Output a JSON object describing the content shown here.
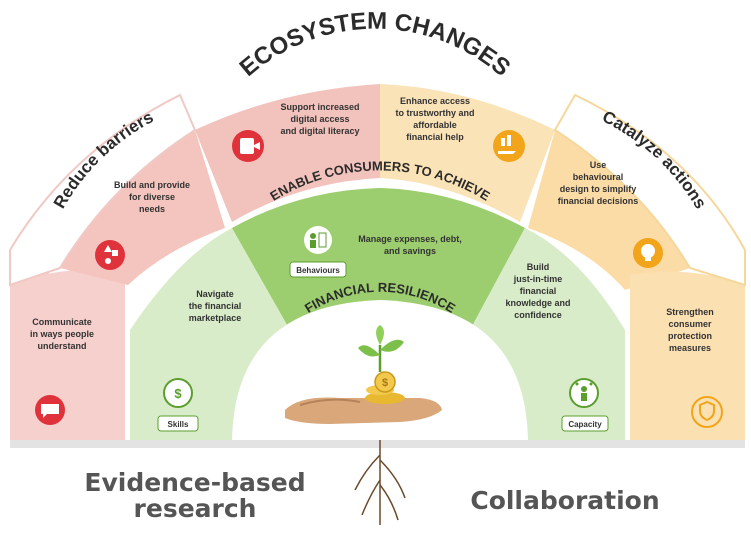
{
  "title": "ECOSYSTEM CHANGES",
  "mid_title": "ENABLE CONSUMERS TO ACHIEVE",
  "inner_title": "FINANCIAL RESILIENCE",
  "outer_band": {
    "left_label": "Reduce barriers",
    "right_label": "Catalyze actions",
    "segments": [
      {
        "id": "communicate",
        "lines": [
          "Communicate",
          "in ways people",
          "understand"
        ],
        "icon": "speech-bubble-icon"
      },
      {
        "id": "build",
        "lines": [
          "Build and provide",
          "for diverse",
          "needs"
        ],
        "icon": "shapes-icon"
      },
      {
        "id": "digital",
        "lines": [
          "Support increased",
          "digital access",
          "and digital literacy"
        ],
        "icon": "digital-device-icon"
      },
      {
        "id": "enhance",
        "lines": [
          "Enhance access",
          "to trustworthy and",
          "affordable",
          "financial help"
        ],
        "icon": "money-hand-icon"
      },
      {
        "id": "behavioural",
        "lines": [
          "Use",
          "behavioural",
          "design to simplify",
          "financial decisions"
        ],
        "icon": "head-lightbulb-icon"
      },
      {
        "id": "protection",
        "lines": [
          "Strengthen",
          "consumer",
          "protection",
          "measures"
        ],
        "icon": "shield-icon"
      }
    ]
  },
  "middle_band": {
    "segments": [
      {
        "id": "skills",
        "lines": [
          "Navigate",
          "the financial",
          "marketplace"
        ],
        "tag": "Skills",
        "icon": "dollar-cycle-icon"
      },
      {
        "id": "behaviours",
        "lines": [
          "Manage expenses, debt,",
          "and savings"
        ],
        "tag": "Behaviours",
        "icon": "person-checklist-icon"
      },
      {
        "id": "capacity",
        "lines": [
          "Build",
          "just-in-time",
          "financial",
          "knowledge and",
          "confidence"
        ],
        "tag": "Capacity",
        "icon": "person-stars-icon"
      }
    ]
  },
  "center_icon": "hand-plant-coins-icon",
  "footer": {
    "left": [
      "Evidence-based",
      "research"
    ],
    "right": "Collaboration"
  },
  "colors": {
    "outer_pink": "#f6d0cc",
    "outer_pink_dark": "#e9a6a0",
    "outer_amber": "#fbe0b2",
    "outer_amber_dark": "#f2c46f",
    "middle_green": "#d9ecc9",
    "middle_green_dark": "#9ccd6e",
    "accent_red": "#e0323a",
    "accent_orange": "#f2a51a",
    "accent_green": "#5b9e2d",
    "title_text": "#1f1f1f",
    "footer_text": "#555555"
  }
}
